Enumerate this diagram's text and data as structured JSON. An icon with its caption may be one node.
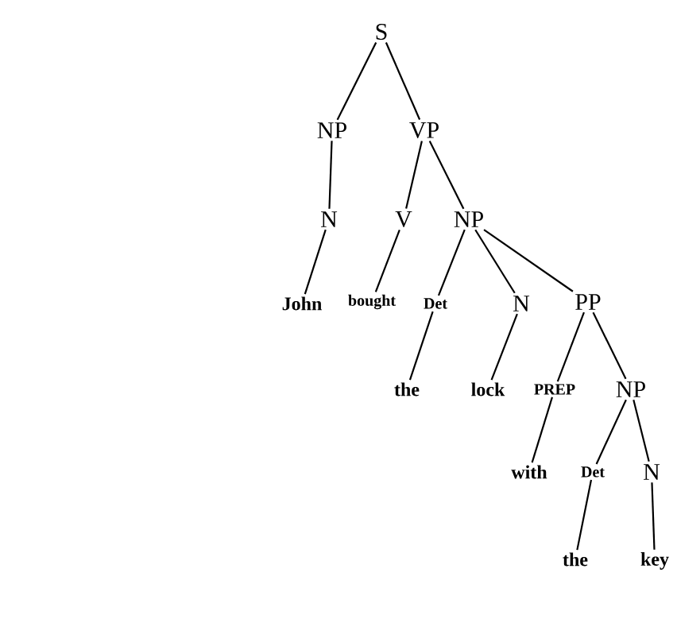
{
  "diagram": {
    "nodes": [
      {
        "text": [
          "S"
        ]
      },
      {
        "text": [
          "NP"
        ]
      },
      {
        "text": [
          "VP"
        ]
      },
      {
        "text": [
          "N"
        ]
      },
      {
        "text": [
          "V"
        ]
      },
      {
        "text": [
          "NP"
        ]
      },
      {
        "text": [
          "John"
        ]
      },
      {
        "text": [
          "bought"
        ]
      },
      {
        "text": [
          "Det"
        ]
      },
      {
        "text": [
          "N"
        ]
      },
      {
        "text": [
          "PP"
        ]
      },
      {
        "text": [
          "the"
        ]
      },
      {
        "text": [
          "lock"
        ]
      },
      {
        "text": [
          "PREP"
        ]
      },
      {
        "text": [
          "NP"
        ]
      },
      {
        "text": [
          "with"
        ]
      },
      {
        "text": [
          "Det"
        ]
      },
      {
        "text": [
          "N"
        ]
      },
      {
        "text": [
          "the"
        ]
      },
      {
        "text": [
          "key"
        ]
      }
    ],
    "edges": [
      {
        "from": 0,
        "to": 1,
        "arrow": "none"
      },
      {
        "from": 0,
        "to": 2,
        "arrow": "none"
      },
      {
        "from": 1,
        "to": 3,
        "arrow": "none"
      },
      {
        "from": 2,
        "to": 4,
        "arrow": "none"
      },
      {
        "from": 2,
        "to": 5,
        "arrow": "none"
      },
      {
        "from": 3,
        "to": 6,
        "arrow": "none"
      },
      {
        "from": 4,
        "to": 7,
        "arrow": "none"
      },
      {
        "from": 5,
        "to": 8,
        "arrow": "none"
      },
      {
        "from": 5,
        "to": 9,
        "arrow": "none"
      },
      {
        "from": 5,
        "to": 10,
        "arrow": "none"
      },
      {
        "from": 8,
        "to": 11,
        "arrow": "none"
      },
      {
        "from": 9,
        "to": 12,
        "arrow": "none"
      },
      {
        "from": 10,
        "to": 13,
        "arrow": "none"
      },
      {
        "from": 10,
        "to": 14,
        "arrow": "none"
      },
      {
        "from": 13,
        "to": 15,
        "arrow": "none"
      },
      {
        "from": 14,
        "to": 16,
        "arrow": "none"
      },
      {
        "from": 14,
        "to": 17,
        "arrow": "none"
      },
      {
        "from": 16,
        "to": 18,
        "arrow": "none"
      },
      {
        "from": 17,
        "to": 19,
        "arrow": "none"
      }
    ]
  }
}
